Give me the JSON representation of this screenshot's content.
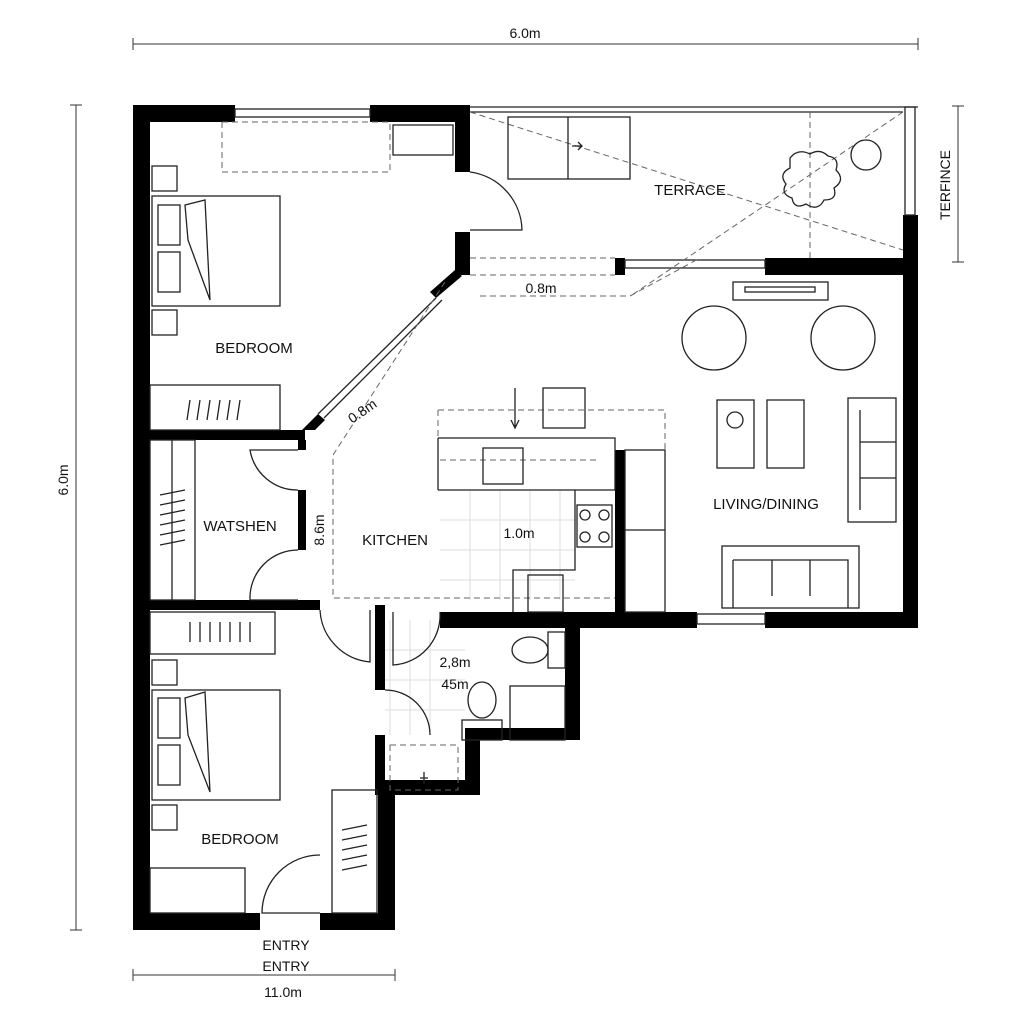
{
  "plan": {
    "dimensions": {
      "top": "6.0m",
      "left": "6.0m",
      "bottom": "11.0m",
      "terrace_side": "TERFINCE",
      "terrace_width": "0.8m",
      "diagonal": "0.8m",
      "hall": "8.6m",
      "kitchen_counter": "1.0m",
      "bath_1": "2,8m",
      "bath_2": "45m"
    },
    "rooms": {
      "bedroom_top": "BEDROOM",
      "terrace": "TERRACE",
      "watshen": "WATSHEN",
      "kitchen": "KITCHEN",
      "living": "LIVING/DINING",
      "bedroom_bottom": "BEDROOM",
      "entry_1": "ENTRY",
      "entry_2": "ENTRY"
    },
    "colors": {
      "wall": "#000000",
      "line": "#222222",
      "background": "#ffffff"
    }
  }
}
